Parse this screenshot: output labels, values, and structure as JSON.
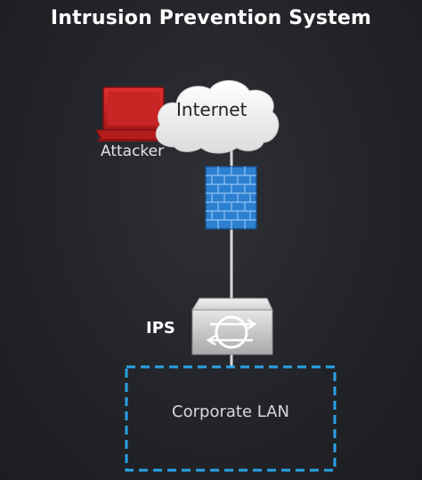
{
  "title": "Intrusion Prevention System",
  "nodes": {
    "internet": "Internet",
    "attacker": "Attacker",
    "ips": "IPS",
    "lan": "Corporate LAN"
  },
  "icons": {
    "attacker": "laptop-icon",
    "internet": "cloud-icon",
    "firewall": "firewall-icon",
    "ips": "ips-router-icon"
  },
  "colors": {
    "background": "#24252a",
    "laptop": "#d32222",
    "firewall": "#2d7fd0",
    "lan_border": "#29a3e6",
    "link": "#d9d9d9"
  }
}
